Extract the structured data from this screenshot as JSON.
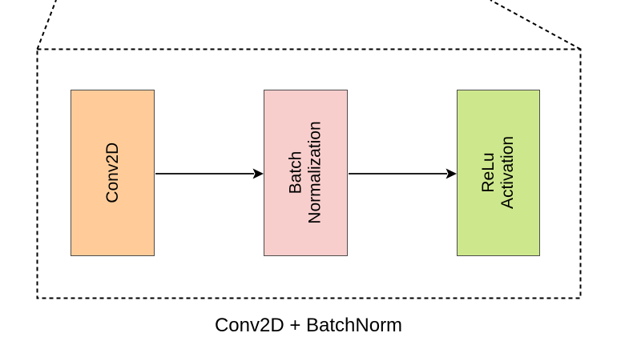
{
  "diagram": {
    "caption": "Conv2D + BatchNorm",
    "blocks": [
      {
        "id": "conv2d",
        "label": "Conv2D",
        "fill": "#FFCC99"
      },
      {
        "id": "batchnorm",
        "label": "Batch\nNormalization",
        "fill": "#F8CECC"
      },
      {
        "id": "relu",
        "label": "ReLu\nActivation",
        "fill": "#CDE88C"
      }
    ],
    "connectors": [
      {
        "from": "conv2d",
        "to": "batchnorm"
      },
      {
        "from": "batchnorm",
        "to": "relu"
      }
    ],
    "colors": {
      "stroke": "#000000",
      "block_border": "#4d4d4d",
      "text": "#000000",
      "background": "#ffffff"
    }
  }
}
